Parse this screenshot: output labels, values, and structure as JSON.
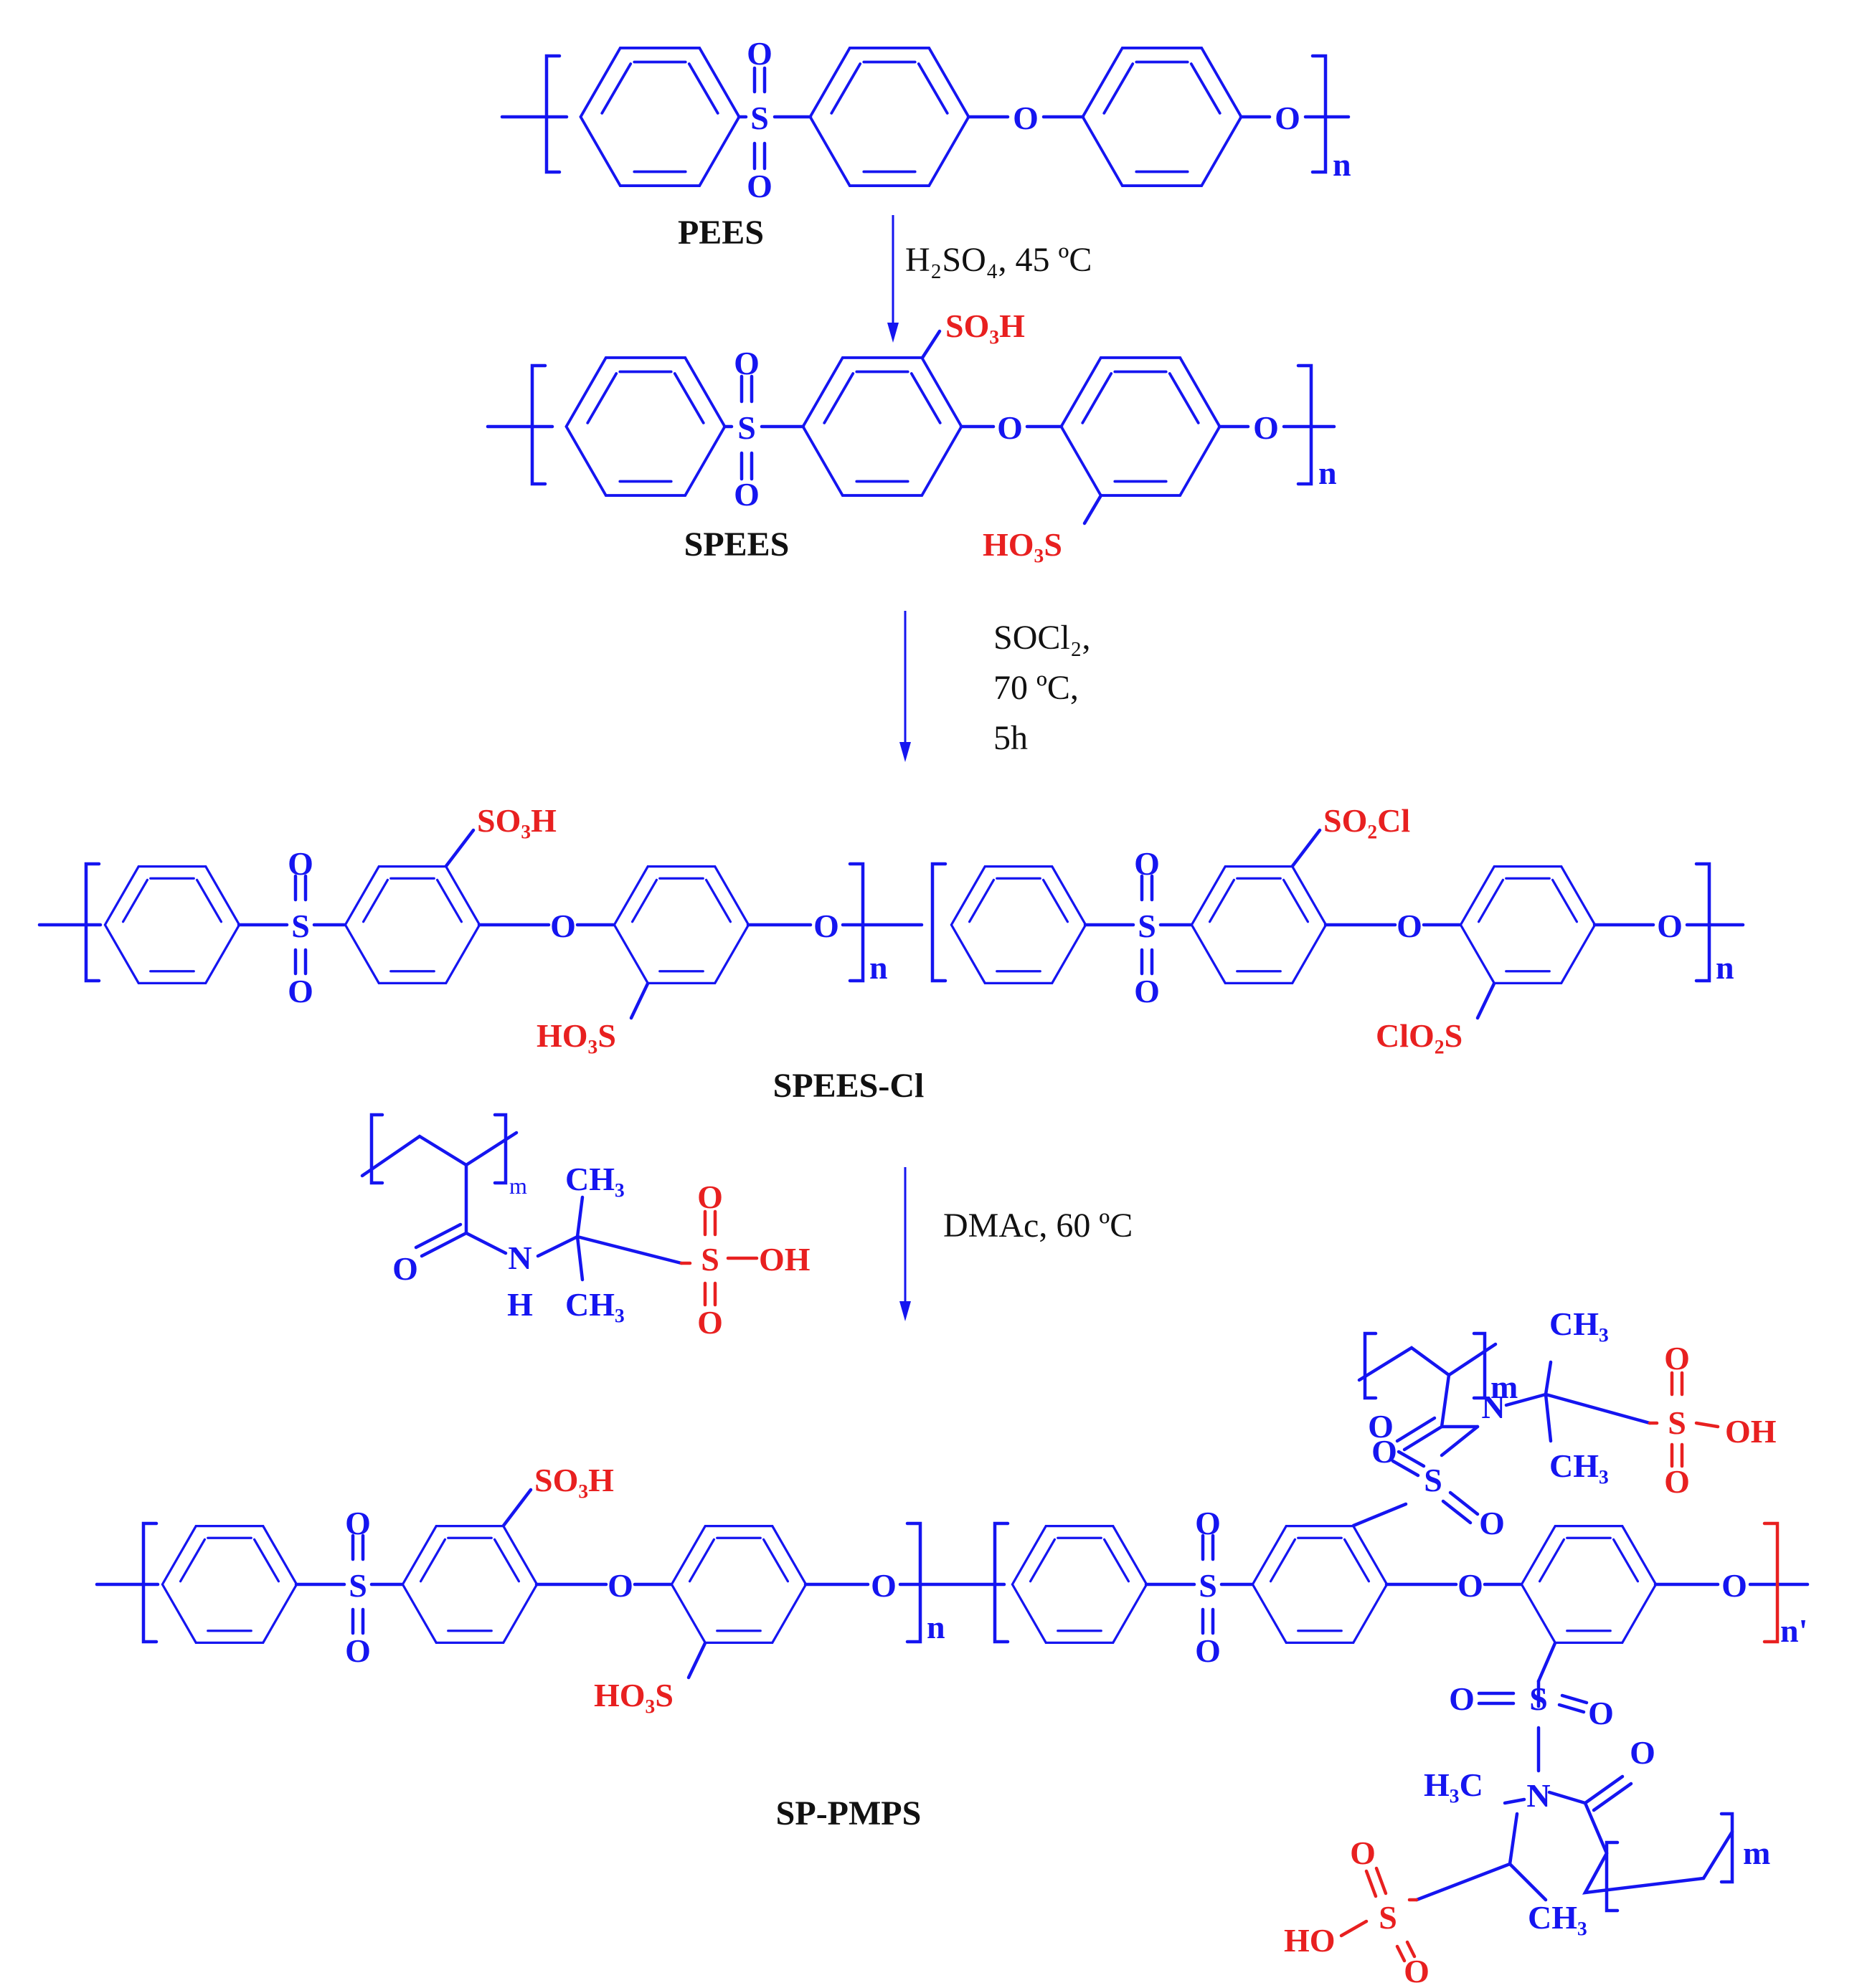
{
  "colors": {
    "backbone": "#1515f0",
    "acid_group": "#e82020",
    "text": "#111111"
  },
  "compounds": {
    "pees": "PEES",
    "spees": "SPEES",
    "spees_cl": "SPEES-Cl",
    "sp_pmps": "SP-PMPS"
  },
  "steps": {
    "step1": {
      "line1": "H₂SO₄, 45 ºC"
    },
    "step2": {
      "line1": "SOCl₂,",
      "line2": "70 ºC,",
      "line3": "5h"
    },
    "step3": {
      "line1": "DMAc, 60 ºC"
    }
  },
  "groups": {
    "so3h": "SO₃H",
    "ho3s": "HO₃S",
    "so2cl": "SO₂Cl",
    "clo2s": "ClO₂S",
    "ch3": "CH₃",
    "h3c": "H₃C",
    "oh": "OH",
    "ho": "HO",
    "o": "O",
    "s": "S",
    "n": "N",
    "h": "H"
  },
  "subscripts": {
    "n": "n",
    "n_prime": "n'",
    "m": "m"
  }
}
